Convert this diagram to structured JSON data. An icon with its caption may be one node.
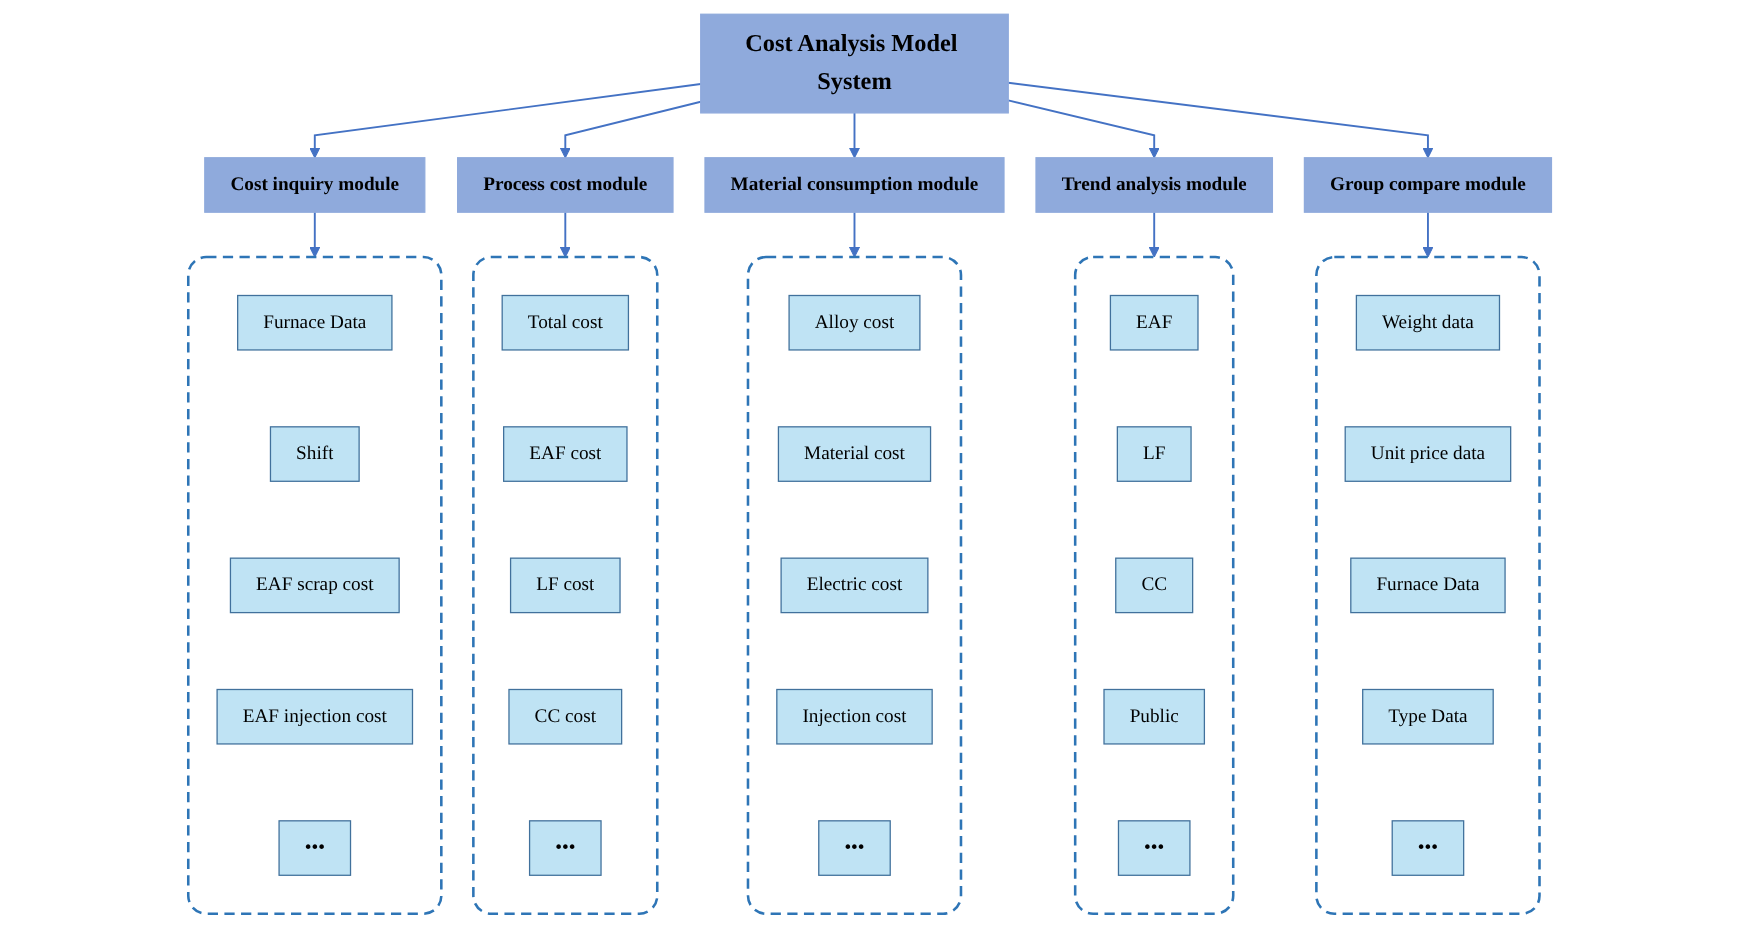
{
  "diagram": {
    "nodes": [
      {
        "text": [
          "Cost Analysis Model System"
        ]
      },
      {
        "text": [
          "Cost inquiry module"
        ]
      },
      {
        "text": [
          "Process cost module"
        ]
      },
      {
        "text": [
          "Material consumption module"
        ]
      },
      {
        "text": [
          "Trend analysis module"
        ]
      },
      {
        "text": [
          "Group compare module"
        ]
      },
      {
        "text": [],
        "shape": "box"
      },
      {
        "text": [
          "Furnace Data"
        ],
        "in": 6
      },
      {
        "text": [
          "Shift"
        ],
        "in": 6
      },
      {
        "text": [
          "EAF scrap cost"
        ],
        "in": 6
      },
      {
        "text": [
          "EAF injection cost"
        ],
        "in": 6
      },
      {
        "text": [
          "•••"
        ],
        "in": 6
      },
      {
        "text": [],
        "shape": "box"
      },
      {
        "text": [
          "Total cost"
        ],
        "in": 12
      },
      {
        "text": [
          "EAF cost"
        ],
        "in": 12
      },
      {
        "text": [
          "LF cost"
        ],
        "in": 12
      },
      {
        "text": [
          "CC cost"
        ],
        "in": 12
      },
      {
        "text": [
          "•••"
        ],
        "in": 12
      },
      {
        "text": [],
        "shape": "box"
      },
      {
        "text": [
          "Alloy cost"
        ],
        "in": 18
      },
      {
        "text": [
          "Material cost"
        ],
        "in": 18
      },
      {
        "text": [
          "Electric cost"
        ],
        "in": 18
      },
      {
        "text": [
          "Injection cost"
        ],
        "in": 18
      },
      {
        "text": [
          "•••"
        ],
        "in": 18
      },
      {
        "text": [],
        "shape": "box"
      },
      {
        "text": [
          "EAF"
        ],
        "in": 24
      },
      {
        "text": [
          "LF"
        ],
        "in": 24
      },
      {
        "text": [
          "CC"
        ],
        "in": 24
      },
      {
        "text": [
          "Public"
        ],
        "in": 24
      },
      {
        "text": [
          "•••"
        ],
        "in": 24
      },
      {
        "text": [],
        "shape": "box"
      },
      {
        "text": [
          "Weight data"
        ],
        "in": 30
      },
      {
        "text": [
          "Unit price data"
        ],
        "in": 30
      },
      {
        "text": [
          "Furnace Data"
        ],
        "in": 30
      },
      {
        "text": [
          "Type Data"
        ],
        "in": 30
      },
      {
        "text": [
          "•••"
        ],
        "in": 30
      }
    ],
    "edges": [
      {
        "from": 0,
        "to": 1,
        "arrow": "to"
      },
      {
        "from": 0,
        "to": 2,
        "arrow": "to"
      },
      {
        "from": 0,
        "to": 3,
        "arrow": "to"
      },
      {
        "from": 0,
        "to": 4,
        "arrow": "to"
      },
      {
        "from": 0,
        "to": 5,
        "arrow": "to"
      },
      {
        "from": 1,
        "to": 6,
        "arrow": "to"
      },
      {
        "from": 2,
        "to": 12,
        "arrow": "to"
      },
      {
        "from": 3,
        "to": 18,
        "arrow": "to"
      },
      {
        "from": 4,
        "to": 24,
        "arrow": "to"
      },
      {
        "from": 5,
        "to": 30,
        "arrow": "to"
      }
    ]
  }
}
